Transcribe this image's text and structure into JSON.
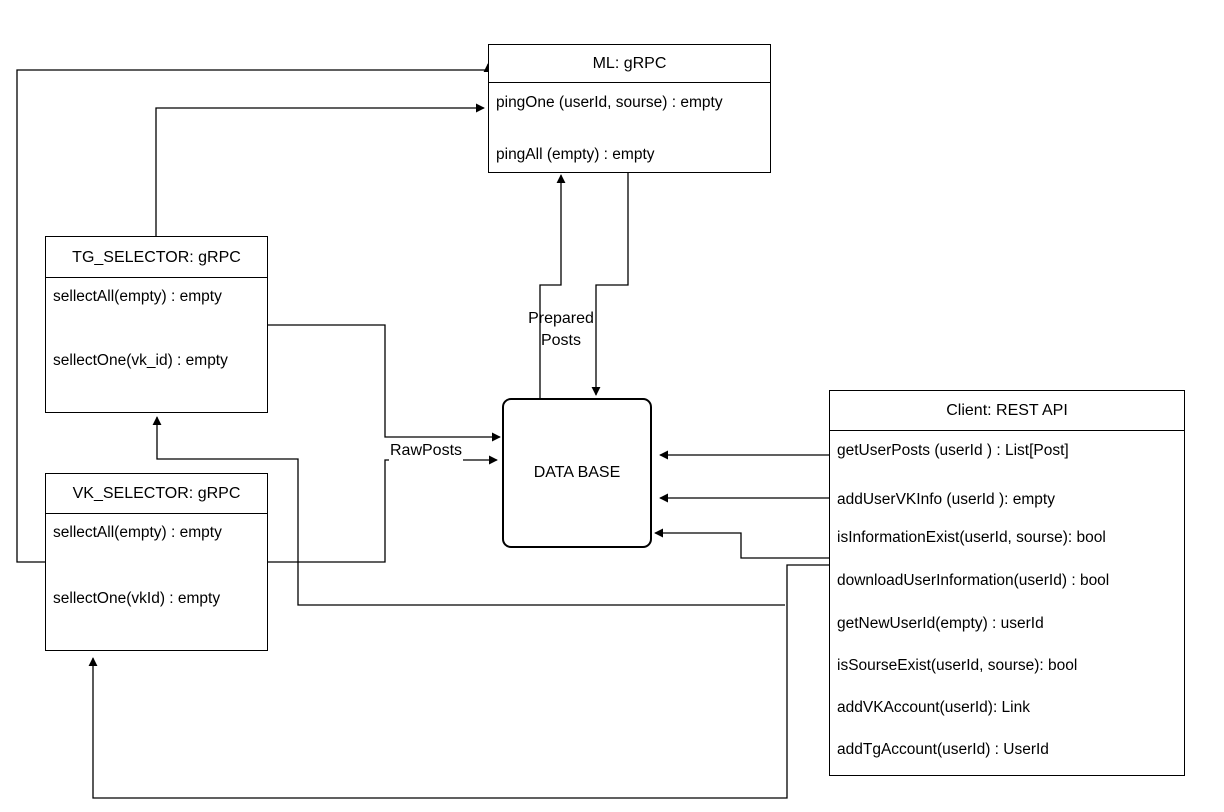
{
  "ml": {
    "title": "ML: gRPC",
    "methods": [
      "pingOne (userId, sourse) : empty",
      "pingAll (empty) : empty"
    ]
  },
  "tg_selector": {
    "title": "TG_SELECTOR: gRPC",
    "methods": [
      "sellectAll(empty) : empty",
      "sellectOne(vk_id) : empty"
    ]
  },
  "vk_selector": {
    "title": "VK_SELECTOR: gRPC",
    "methods": [
      "sellectAll(empty) : empty",
      "sellectOne(vkId) : empty"
    ]
  },
  "database": {
    "label": "DATA BASE"
  },
  "client": {
    "title": "Client: REST API",
    "methods": [
      "getUserPosts (userId ) : List[Post]",
      "addUserVKInfo (userId ): empty",
      "isInformationExist(userId, sourse): bool",
      "downloadUserInformation(userId) : bool",
      "getNewUserId(empty) : userId",
      "isSourseExist(userId, sourse): bool",
      "addVKAccount(userId): Link",
      "addTgAccount(userId) : UserId"
    ]
  },
  "edges": {
    "prepared_posts": "Prepared\nPosts",
    "raw_posts": "RawPosts"
  }
}
